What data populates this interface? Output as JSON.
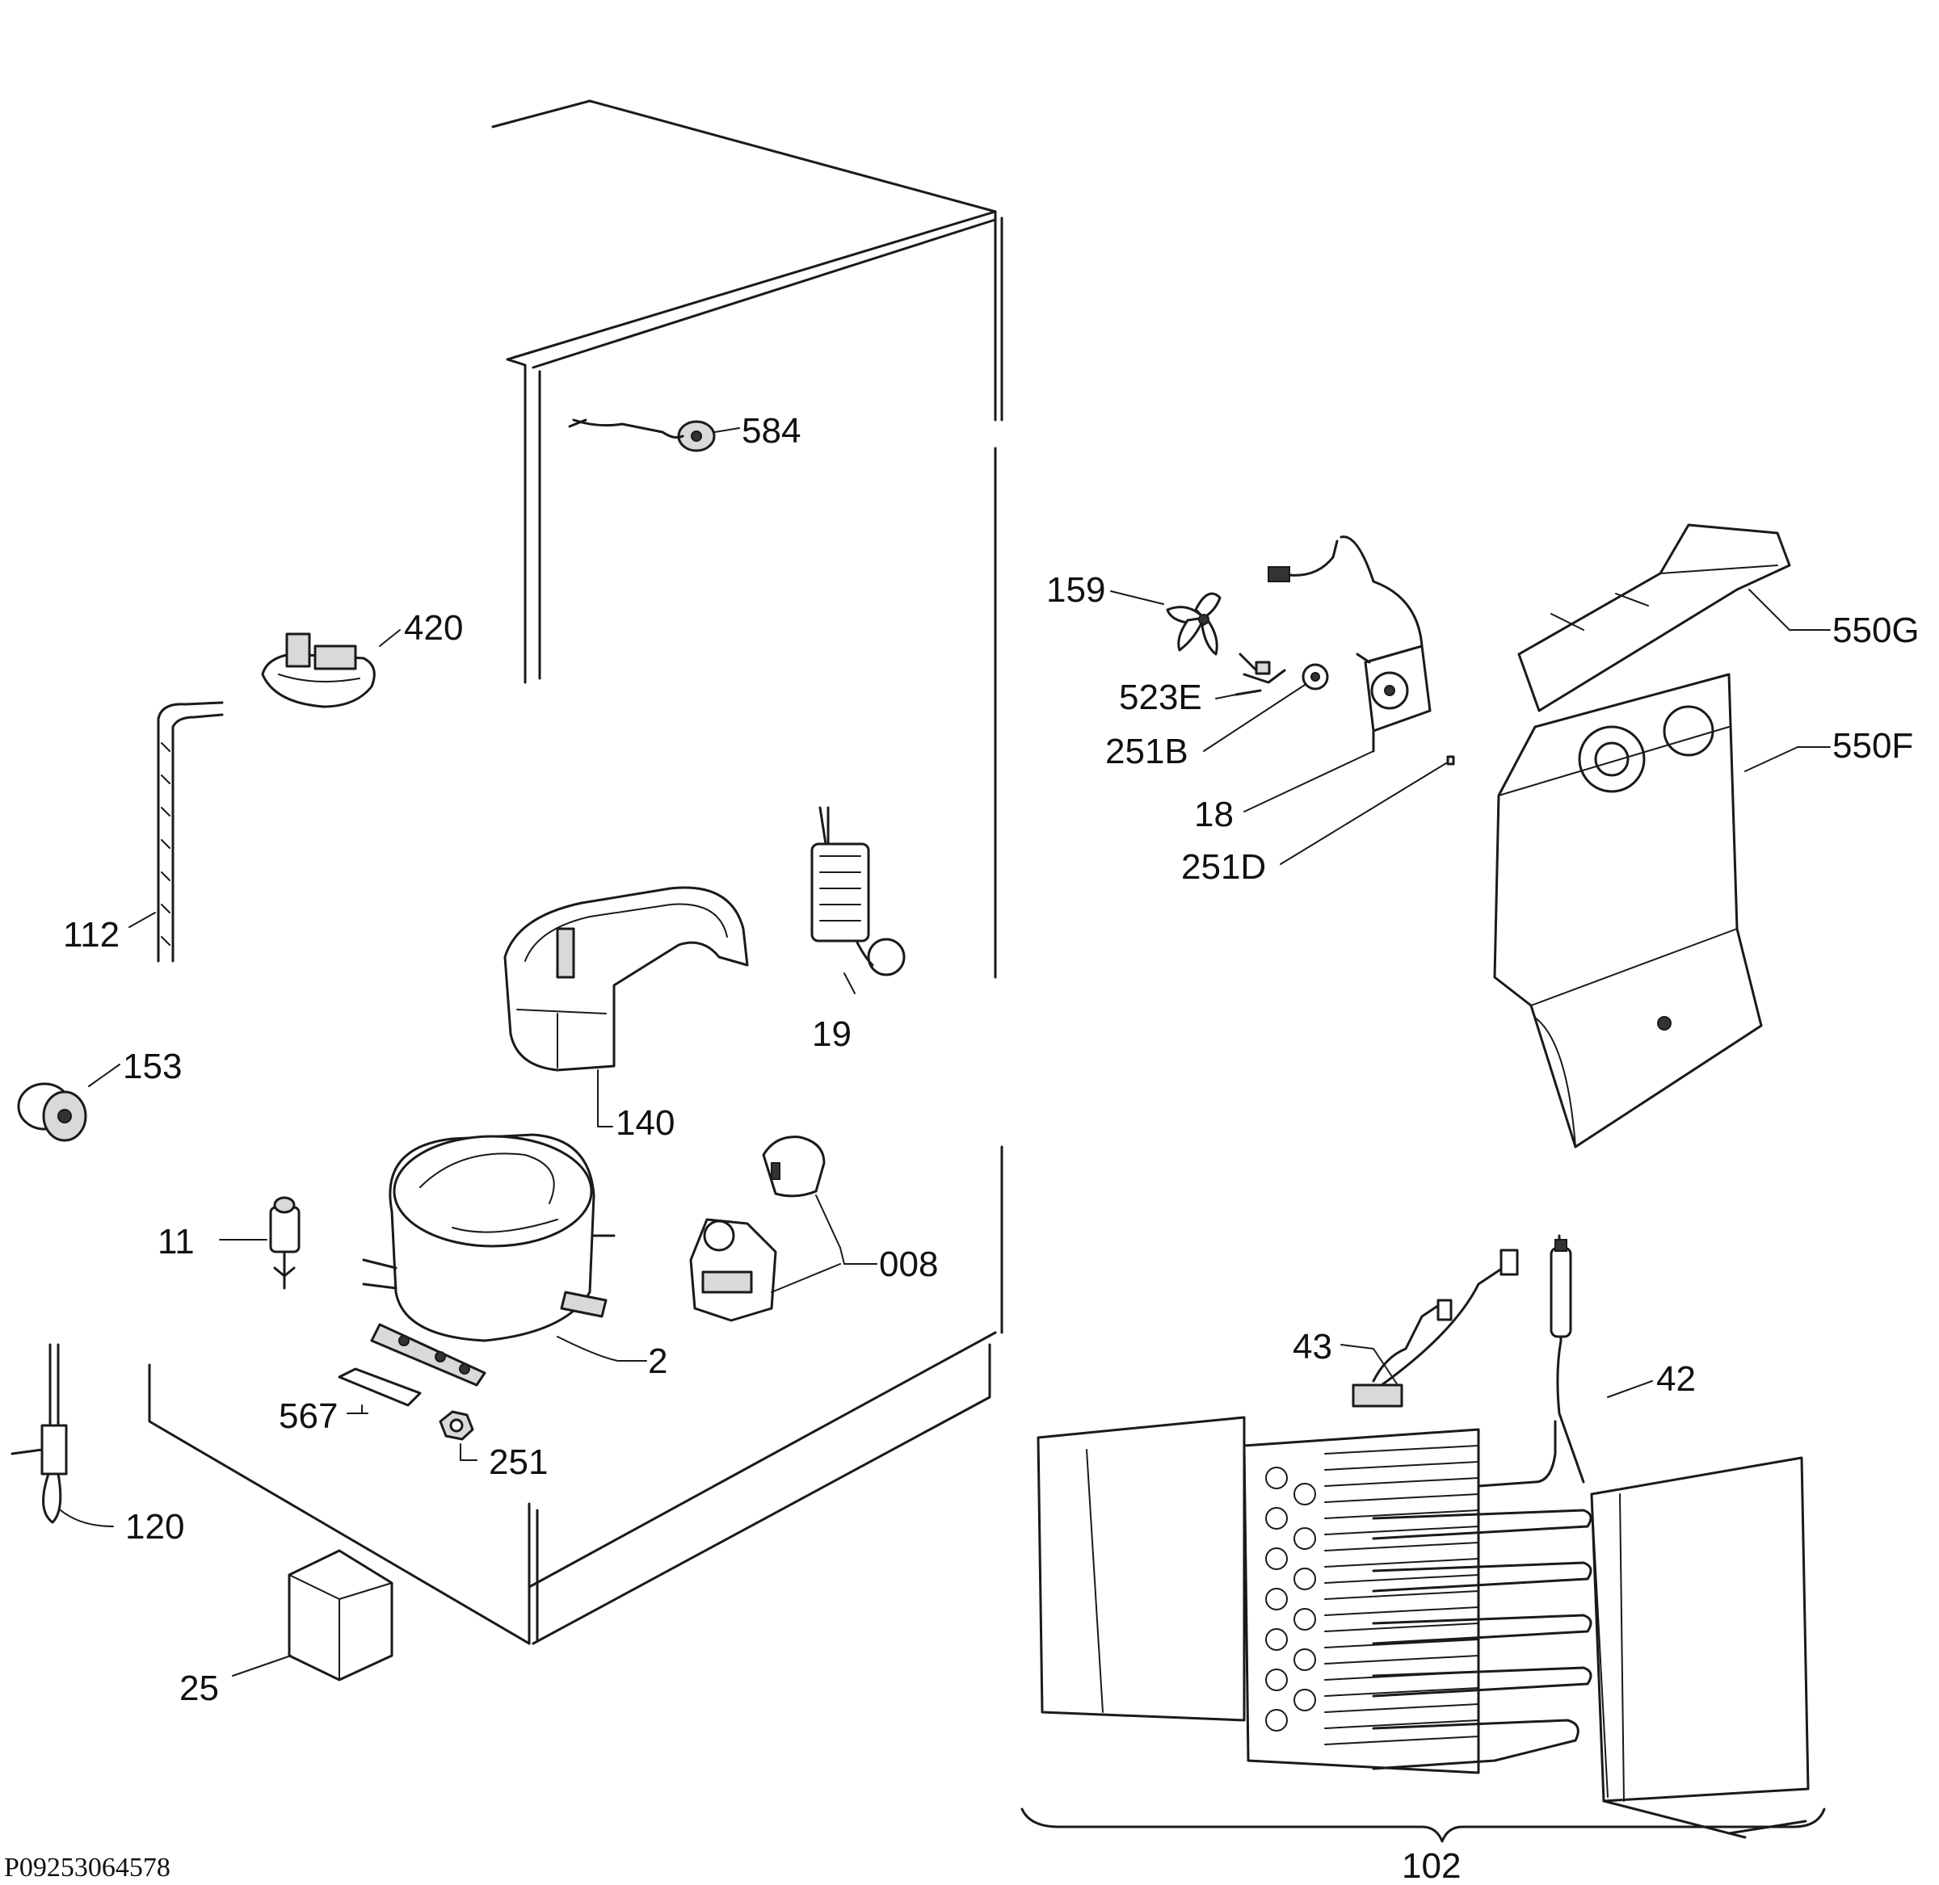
{
  "labels": {
    "p584": "584",
    "p420": "420",
    "p112": "112",
    "p153": "153",
    "p140": "140",
    "p19": "19",
    "p11": "11",
    "p008": "008",
    "p2": "2",
    "p567": "567",
    "p251": "251",
    "p120": "120",
    "p25": "25",
    "p159": "159",
    "p523E": "523E",
    "p251B": "251B",
    "p18": "18",
    "p251D": "251D",
    "p550G": "550G",
    "p550F": "550F",
    "p43": "43",
    "p42": "42",
    "p102": "102"
  },
  "document_id": "P09253064578"
}
